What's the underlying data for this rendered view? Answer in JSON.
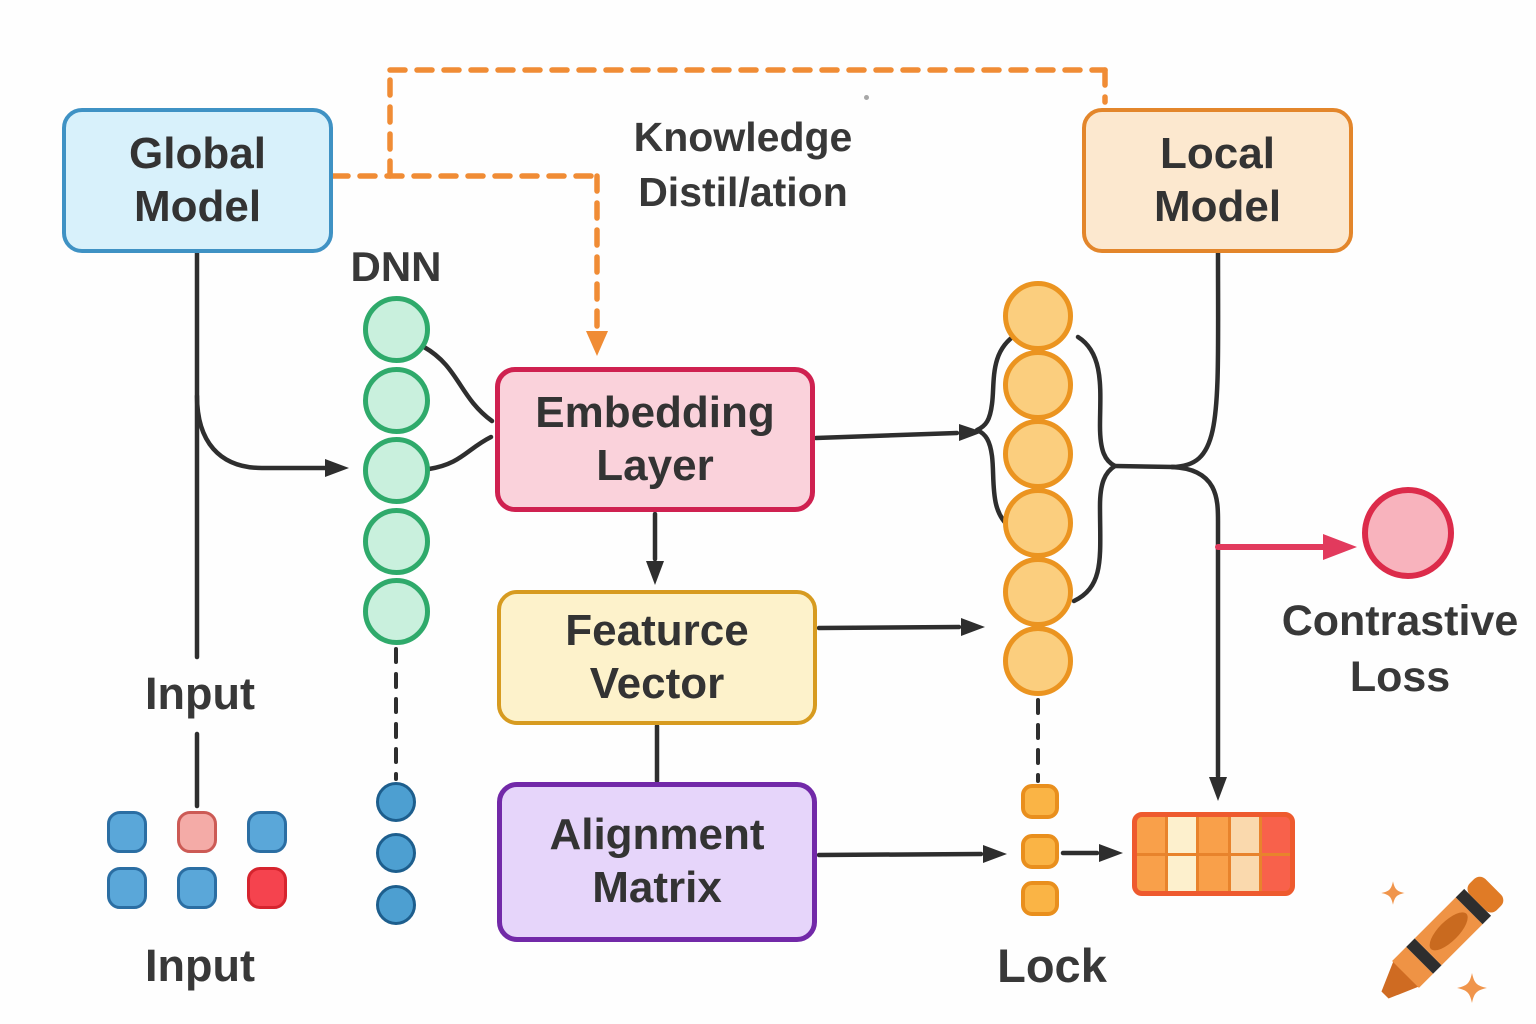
{
  "boxes": {
    "global_model": {
      "lines": [
        "Global",
        "Model"
      ],
      "fill": "#d8f1fb",
      "border": "#3f92c4"
    },
    "local_model": {
      "lines": [
        "Local",
        "Model"
      ],
      "fill": "#fce8cf",
      "border": "#e3862b"
    },
    "embedding_layer": {
      "lines": [
        "Embedding",
        "Layer"
      ],
      "fill": "#fad2db",
      "border": "#cf2150"
    },
    "feature_vector": {
      "lines": [
        "Featurce",
        "Vector"
      ],
      "fill": "#fdf2cb",
      "border": "#d79b20"
    },
    "alignment_matrix": {
      "lines": [
        "Alignment",
        "Matrix"
      ],
      "fill": "#e6d5fa",
      "border": "#7229a8"
    }
  },
  "annotations": {
    "knowledge_distillation": {
      "lines": [
        "Knowledge",
        "Distil/ation"
      ]
    },
    "contrastive_loss": {
      "lines": [
        "Contrastive",
        "Loss"
      ]
    },
    "dnn_label": "DNN",
    "input_label_top": "Input",
    "input_label_bottom": "Input",
    "lock_label": "Lock"
  },
  "node_columns": {
    "dnn_neurons": {
      "count": 5,
      "fill": "#c9f0dd",
      "stroke": "#2faa6b"
    },
    "shared_neurons": {
      "count": 6,
      "fill": "#fbce7e",
      "stroke": "#eb9420"
    },
    "input_vector": {
      "count": 3,
      "fill": "#4d9fd1",
      "stroke": "#1d5e8d"
    },
    "lock_vector": {
      "count": 3,
      "fill": "#fab445",
      "stroke": "#e98f1d"
    }
  },
  "input_grid": {
    "cells": [
      [
        "blue",
        "pink",
        "blue"
      ],
      [
        "blue",
        "blue",
        "red"
      ]
    ],
    "palette": {
      "blue": {
        "fill": "#5aa7d9",
        "stroke": "#2b6ea3"
      },
      "pink": {
        "fill": "#f4aba7",
        "stroke": "#cc5a55"
      },
      "red": {
        "fill": "#f5434e",
        "stroke": "#d6242e"
      }
    }
  },
  "matrix_grid": {
    "rows": 2,
    "cols": 5,
    "column_fills": [
      "#f9a04a",
      "#fdf0cd",
      "#f9a04a",
      "#fad9ad",
      "#f8614b"
    ],
    "border": "#ee5a2e",
    "gridline": "#e8832c"
  },
  "loss_node": {
    "fill": "#f8b3bd",
    "stroke": "#dc2b4a"
  },
  "flow_colors": {
    "line": "#2e2e2e",
    "distill_dash": "#f08c35",
    "loss_arrow": "#e23a5d"
  },
  "decor": {
    "crayon_icon": {
      "body": "#ef9345",
      "dark": "#c96a1f",
      "tip": "#cf6b22",
      "cap": "#e07b26",
      "stripe": "#2e2e2e",
      "sparkle": "#f0954c"
    }
  }
}
